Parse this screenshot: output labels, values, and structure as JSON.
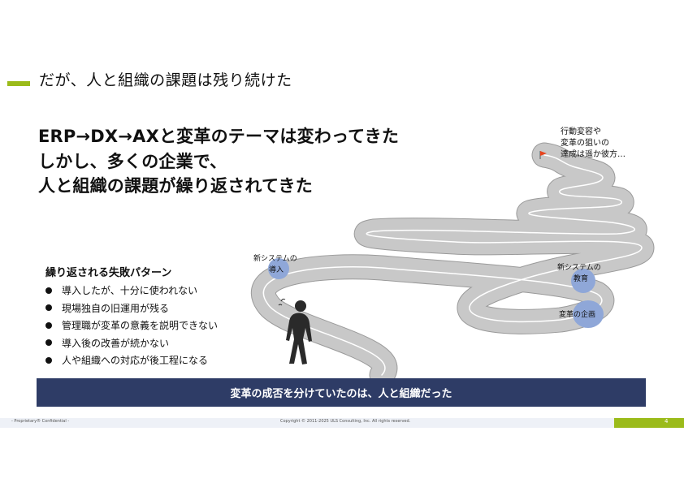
{
  "title": "だが、人と組織の課題は残り続けた",
  "headlines": [
    "ERP→DX→AXと変革のテーマは変わってきた",
    "しかし、多くの企業で、",
    "人と組織の課題が繰り返されてきた"
  ],
  "goal_text": [
    "行動変容や",
    "変革の狙いの",
    "達成は遥か彼方…"
  ],
  "milestones": {
    "m1": [
      "新システムの",
      "導入"
    ],
    "m2": [
      "新システムの",
      "教育"
    ],
    "m3": "変革の企画"
  },
  "failure_patterns": {
    "heading": "繰り返される失敗パターン",
    "items": [
      "導入したが、十分に使われない",
      "現場独自の旧運用が残る",
      "管理職が変革の意義を説明できない",
      "導入後の改善が続かない",
      "人や組織への対応が後工程になる"
    ]
  },
  "banner": "変革の成否を分けていたのは、人と組織だった",
  "footer": {
    "left": "- Proprietary® Confidential -",
    "center": "Copyright © 2011-2025 ULS Consulting, Inc.  All rights reserved.",
    "page": "4"
  },
  "colors": {
    "accent_green": "#9bbb1a",
    "banner_navy": "#2e3c66",
    "road_gray": "#c8c8c8",
    "milestone_blue": "#8fa7d8",
    "flag_red": "#e8431d"
  }
}
